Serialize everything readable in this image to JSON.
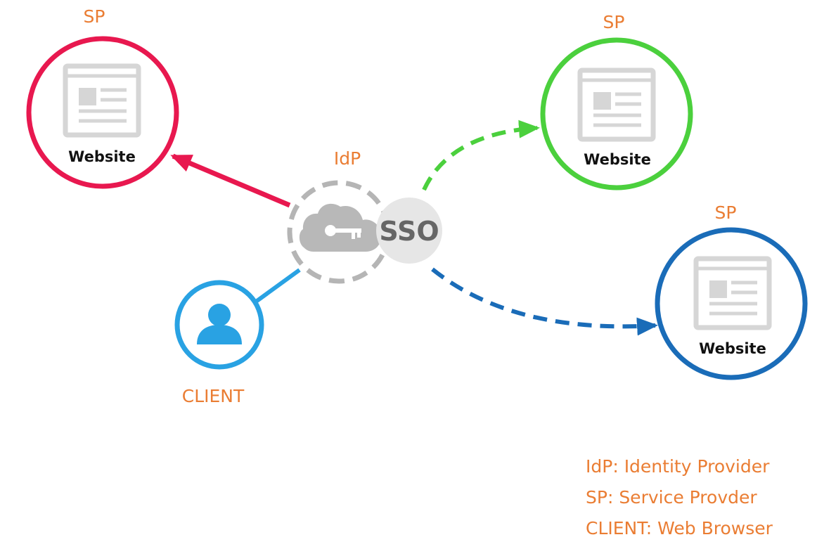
{
  "idp": {
    "label": "IdP",
    "sso_text": "SSO",
    "icon": "cloud-key-icon"
  },
  "sites": [
    {
      "role_label": "SP",
      "name": "Website",
      "color": "#e8184f"
    },
    {
      "role_label": "SP",
      "name": "Website",
      "color": "#4bd03d"
    },
    {
      "role_label": "SP",
      "name": "Website",
      "color": "#1a6cb8"
    }
  ],
  "client": {
    "label": "CLIENT",
    "color": "#29a2e3",
    "icon": "user-icon"
  },
  "legend": [
    "IdP: Identity Provider",
    "SP: Service Provder",
    "CLIENT: Web Browser"
  ],
  "colors": {
    "label": "#ea7d33",
    "idp_ring": "#b5b5b5",
    "sso_badge": "#e6e6e6",
    "page_icon": "#d6d6d6"
  }
}
